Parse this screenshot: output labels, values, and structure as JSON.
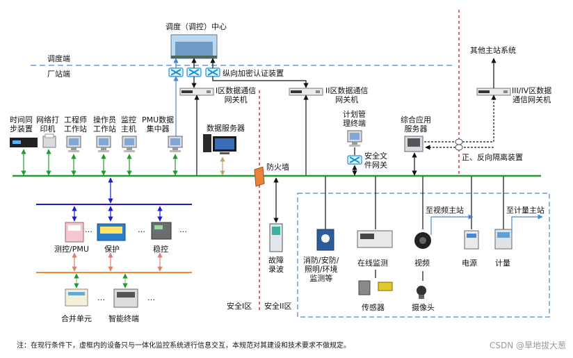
{
  "colors": {
    "bus_green": "#1f9a2b",
    "bus_blue": "#1a1ad6",
    "bus_orange": "#f08a3a",
    "zone_red": "#e02020",
    "dash_blue": "#4a86d4",
    "device_gray": "#cfd3d8",
    "screen_blue": "#3b6fb5"
  },
  "header": {
    "dispatch_center": "调度（调控）中心",
    "dispatch_side": "调度端",
    "plant_side": "厂站端",
    "vertical_encryption": "纵向加密认证装置",
    "other_master": "其他主站系统"
  },
  "gateways": {
    "zone1": "I区数据通信\n网关机",
    "zone2": "II区数据通信\n网关机",
    "zone34": "III/IV区数据\n通信网关机"
  },
  "devices_top": [
    {
      "label": "时间同\n步装置",
      "icon": "time-sync-icon"
    },
    {
      "label": "网络打\n印机",
      "icon": "printer-icon"
    },
    {
      "label": "工程师\n工作站",
      "icon": "workstation-icon"
    },
    {
      "label": "操作员\n工作站",
      "icon": "workstation-icon"
    },
    {
      "label": "监控\n主机",
      "icon": "server-icon"
    },
    {
      "label": "PMU数据\n集中器",
      "icon": "server-icon"
    }
  ],
  "servers": {
    "data_server": "数据服务器",
    "plan_terminal": "计划管\n理终端",
    "security_gateway": "安全文\n件网关",
    "app_server": "综合应用\n服务器",
    "isolation": "正、反向隔离装置"
  },
  "firewall": "防火墙",
  "bay_devices": [
    {
      "label": "测控/PMU",
      "icon": "measure-control-icon"
    },
    {
      "label": "保护",
      "icon": "protection-icon"
    },
    {
      "label": "稳控",
      "icon": "stability-control-icon"
    }
  ],
  "process_devices": [
    {
      "label": "合并单元",
      "icon": "merging-unit-icon"
    },
    {
      "label": "智能终端",
      "icon": "smart-terminal-icon"
    }
  ],
  "ellipsis": "…",
  "fault_recorder": "故障\n录波",
  "zone_labels": {
    "zone1": "安全I区",
    "zone2": "安全II区"
  },
  "right_devices": [
    {
      "label": "消防/安防/\n照明/环境\n监测等",
      "icon": "fire-security-icon"
    },
    {
      "label": "在线监测",
      "icon": "online-monitor-icon"
    },
    {
      "label": "视频",
      "icon": "video-icon"
    },
    {
      "label": "电源",
      "icon": "power-icon"
    },
    {
      "label": "计量",
      "icon": "meter-icon"
    }
  ],
  "sensors": "传感器",
  "camera": "摄像头",
  "to_video_master": "至视频主站",
  "to_meter_master": "至计量主站",
  "footnote": "注：在现行条件下，虚框内的设备只与一体化监控系统进行信息交互，本规范对其建设和技术要求不做规定。",
  "watermark": "CSDN @旱地拔大葱"
}
